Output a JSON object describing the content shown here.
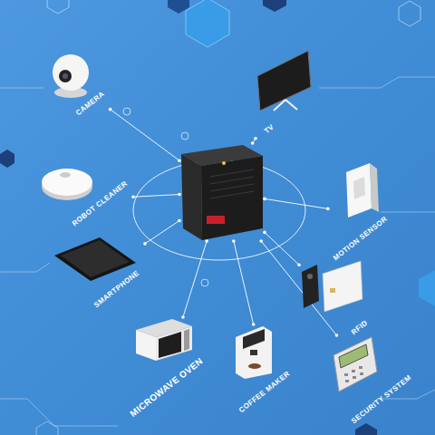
{
  "diagram": {
    "nodes": [
      {
        "text": [
          "CAMERA"
        ]
      },
      {
        "text": [
          "TV"
        ]
      },
      {
        "text": [
          "ROBOT CLEANER"
        ]
      },
      {
        "text": []
      },
      {
        "text": [
          "MOTION SENSOR"
        ]
      },
      {
        "text": [
          "SMARTPHONE"
        ]
      },
      {
        "text": [
          "RFID"
        ]
      },
      {
        "text": [
          "MICROWAVE OVEN"
        ]
      },
      {
        "text": [
          "COFFEE MAKER"
        ]
      },
      {
        "text": [
          "SECURITY SYSTEM"
        ]
      }
    ],
    "edges": [
      {
        "from": 3,
        "to": 0,
        "arrow": "none"
      },
      {
        "from": 3,
        "to": 1,
        "arrow": "none"
      },
      {
        "from": 3,
        "to": 2,
        "arrow": "none"
      },
      {
        "from": 3,
        "to": 4,
        "arrow": "none"
      },
      {
        "from": 3,
        "to": 5,
        "arrow": "none"
      },
      {
        "from": 3,
        "to": 6,
        "arrow": "none"
      },
      {
        "from": 3,
        "to": 7,
        "arrow": "none"
      },
      {
        "from": 3,
        "to": 8,
        "arrow": "none"
      },
      {
        "from": 3,
        "to": 9,
        "arrow": "none"
      }
    ]
  }
}
